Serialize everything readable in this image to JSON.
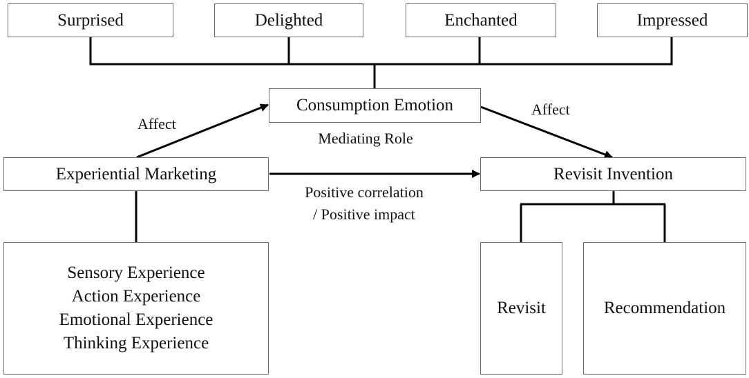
{
  "emotions": [
    "Surprised",
    "Delighted",
    "Enchanted",
    "Impressed"
  ],
  "consumption_emotion": "Consumption Emotion",
  "mediating_role": "Mediating Role",
  "affect_left": "Affect",
  "affect_right": "Affect",
  "experiential_marketing": "Experiential Marketing",
  "correlation": [
    "Positive correlation",
    "/ Positive impact"
  ],
  "revisit_invention": "Revisit Invention",
  "experiences": [
    "Sensory Experience",
    "Action Experience",
    "Emotional Experience",
    "Thinking Experience"
  ],
  "revisit": "Revisit",
  "recommendation": "Recommendation",
  "colors": {
    "line": "#000000",
    "box_border": "#6b6b6b",
    "text": "#111111"
  }
}
